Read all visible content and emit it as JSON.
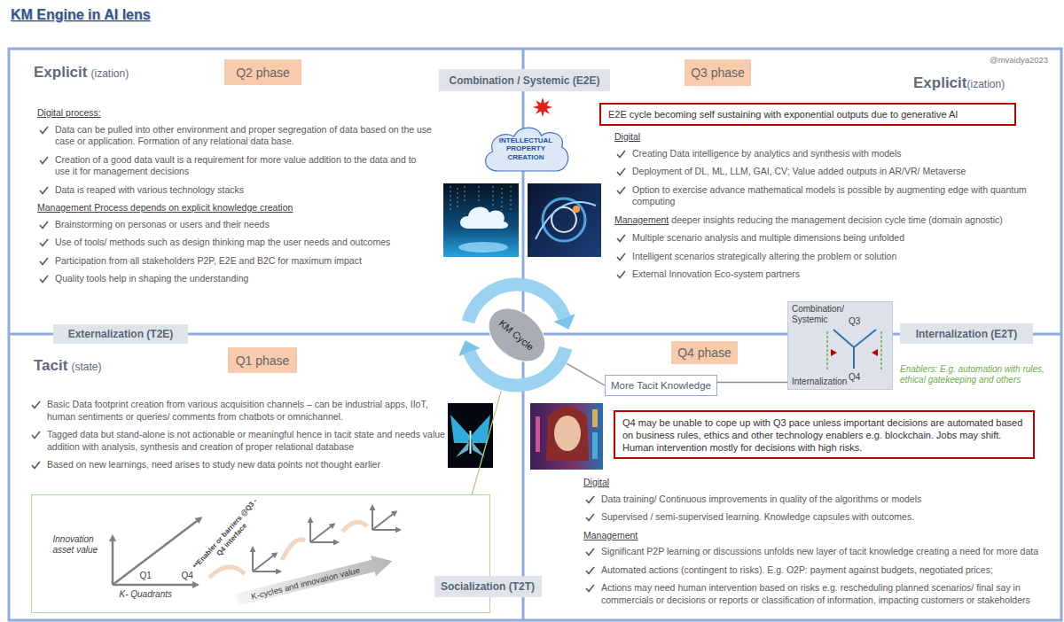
{
  "diagram": {
    "title": "KM Engine in AI lens",
    "nodes": [
      {
        "text": [
          "Explicit",
          "(ization)",
          "Digital process:",
          "Data can be pulled into other environment and proper segregation of data based on the use case or application. Formation of any relational data base.",
          "Creation of a good data vault is a requirement for more value addition to the data and to use it for management decisions",
          "Data is reaped with various technology stacks",
          "Management Process depends on explicit knowledge creation",
          "Brainstorming on personas or users and their needs",
          "Use of tools/ methods such as design thinking map the user needs and outcomes",
          "Participation from all stakeholders P2P, E2E and B2C for maximum impact",
          "Quality tools help in shaping the understanding"
        ]
      },
      {
        "text": [
          "Q2 phase"
        ],
        "in": 0
      },
      {
        "text": [
          "Combination / Systemic (E2E)"
        ]
      },
      {
        "text": [
          "Explicit",
          "(ization)",
          "Digital",
          "Creating Data intelligence by analytics and synthesis with models",
          "Deployment of DL, ML, LLM, GAI, CV; Value added outputs in AR/VR/ Metaverse",
          "Option to exercise advance mathematical models is possible by augmenting edge with quantum computing",
          "Management",
          "deeper insights reducing the management decision cycle time (domain agnostic)",
          "Multiple scenario analysis and multiple dimensions being unfolded",
          "Intelligent scenarios strategically altering the problem or solution",
          "External Innovation Eco-system partners"
        ]
      },
      {
        "text": [
          "Q3 phase"
        ],
        "in": 3
      },
      {
        "text": [
          "E2E cycle becoming self sustaining with exponential outputs due to generative AI"
        ],
        "in": 3
      },
      {
        "text": [
          "INTELLECTUAL PROPERTY CREATION"
        ]
      },
      {
        "text": [
          "Externalization (T2E)"
        ]
      },
      {
        "text": [
          "KM Cycle"
        ]
      },
      {
        "text": [
          "Combination/ Systemic",
          "Q3",
          "Q4",
          "Internalization"
        ]
      },
      {
        "text": [
          "Internalization (E2T)"
        ]
      },
      {
        "text": [
          "Tacit",
          "(state)",
          "Basic Data footprint creation from various acquisition channels – can be industrial apps, IIoT, human sentiments or queries/ comments from chatbots or omnichannel.",
          "Tagged data but stand-alone is not actionable or meaningful hence in tacit state and needs value addition with analysis, synthesis and creation of proper relational database",
          "Based on new learnings, need arises to study new data points not thought earlier"
        ]
      },
      {
        "text": [
          "Q1 phase"
        ],
        "in": 11
      },
      {
        "text": [
          "Innovation asset value",
          "**Enabler or barriers @Q3 -Q4 interface",
          "Q1",
          "Q4",
          "K- Quadrants"
        ],
        "in": 11
      },
      {
        "text": [
          "K-cycles and innovation value"
        ],
        "in": 13
      },
      {
        "text": [
          "Digital",
          "Data training/ Continuous improvements in quality of the algorithms or models",
          "Supervised / semi-supervised learning. Knowledge capsules with outcomes.",
          "Management",
          "Significant P2P learning or discussions unfolds new layer of tacit knowledge creating a need for more data",
          "Automated actions (contingent to risks). E.g. O2P: payment against budgets, negotiated prices;",
          "Actions may need human intervention based on risks e.g. rescheduling planned scenarios/ final say in commercials or decisions or reports or classification of information, impacting customers or stakeholders"
        ]
      },
      {
        "text": [
          "Q4 phase"
        ],
        "in": 15
      },
      {
        "text": [
          "More Tacit Knowledge"
        ],
        "in": 15
      },
      {
        "text": [
          "Q4 may be unable to cope up with Q3 pace unless important decisions are automated based on business rules, ethics and other technology enablers e.g. blockchain. Jobs may shift. Human intervention mostly for decisions with high risks."
        ],
        "in": 15
      },
      {
        "text": [
          "Socialization (T2T)"
        ]
      }
    ],
    "edges": [
      {
        "from": 17,
        "to": 9,
        "arrow": "none"
      },
      {
        "from": 17,
        "to": 8,
        "arrow": "none"
      },
      {
        "from": 8,
        "to": 13,
        "arrow": "none"
      }
    ],
    "labels": [
      "@mvaidya2023",
      "Enablers: E.g. automation with rules, ethical gatekeeping and others"
    ]
  }
}
